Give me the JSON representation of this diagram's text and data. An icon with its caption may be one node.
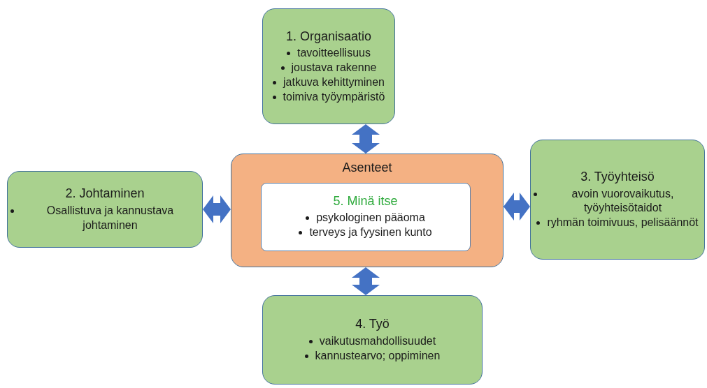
{
  "diagram": {
    "nodes": [
      {
        "text": [
          "1. Organisaatio",
          "tavoitteellisuus",
          "joustava rakenne",
          "jatkuva kehittyminen",
          "toimiva työympäristö"
        ]
      },
      {
        "text": [
          "2. Johtaminen",
          "Osallistuva ja kannustava johtaminen"
        ]
      },
      {
        "text": [
          "Asenteet"
        ]
      },
      {
        "text": [
          "5. Minä itse",
          "psykologinen pääoma",
          "terveys ja fyysinen kunto"
        ],
        "in": 2
      },
      {
        "text": [
          "3. Työyhteisö",
          "avoin vuorovaikutus, työyhteisötaidot",
          "ryhmän toimivuus, pelisäännöt"
        ]
      },
      {
        "text": [
          "4. Työ",
          "vaikutusmahdollisuudet",
          "kannustearvo; oppiminen"
        ]
      }
    ],
    "edges": [
      {
        "from": 0,
        "to": 2,
        "arrow": "both"
      },
      {
        "from": 1,
        "to": 2,
        "arrow": "both"
      },
      {
        "from": 2,
        "to": 4,
        "arrow": "both"
      },
      {
        "from": 2,
        "to": 5,
        "arrow": "both"
      }
    ]
  }
}
